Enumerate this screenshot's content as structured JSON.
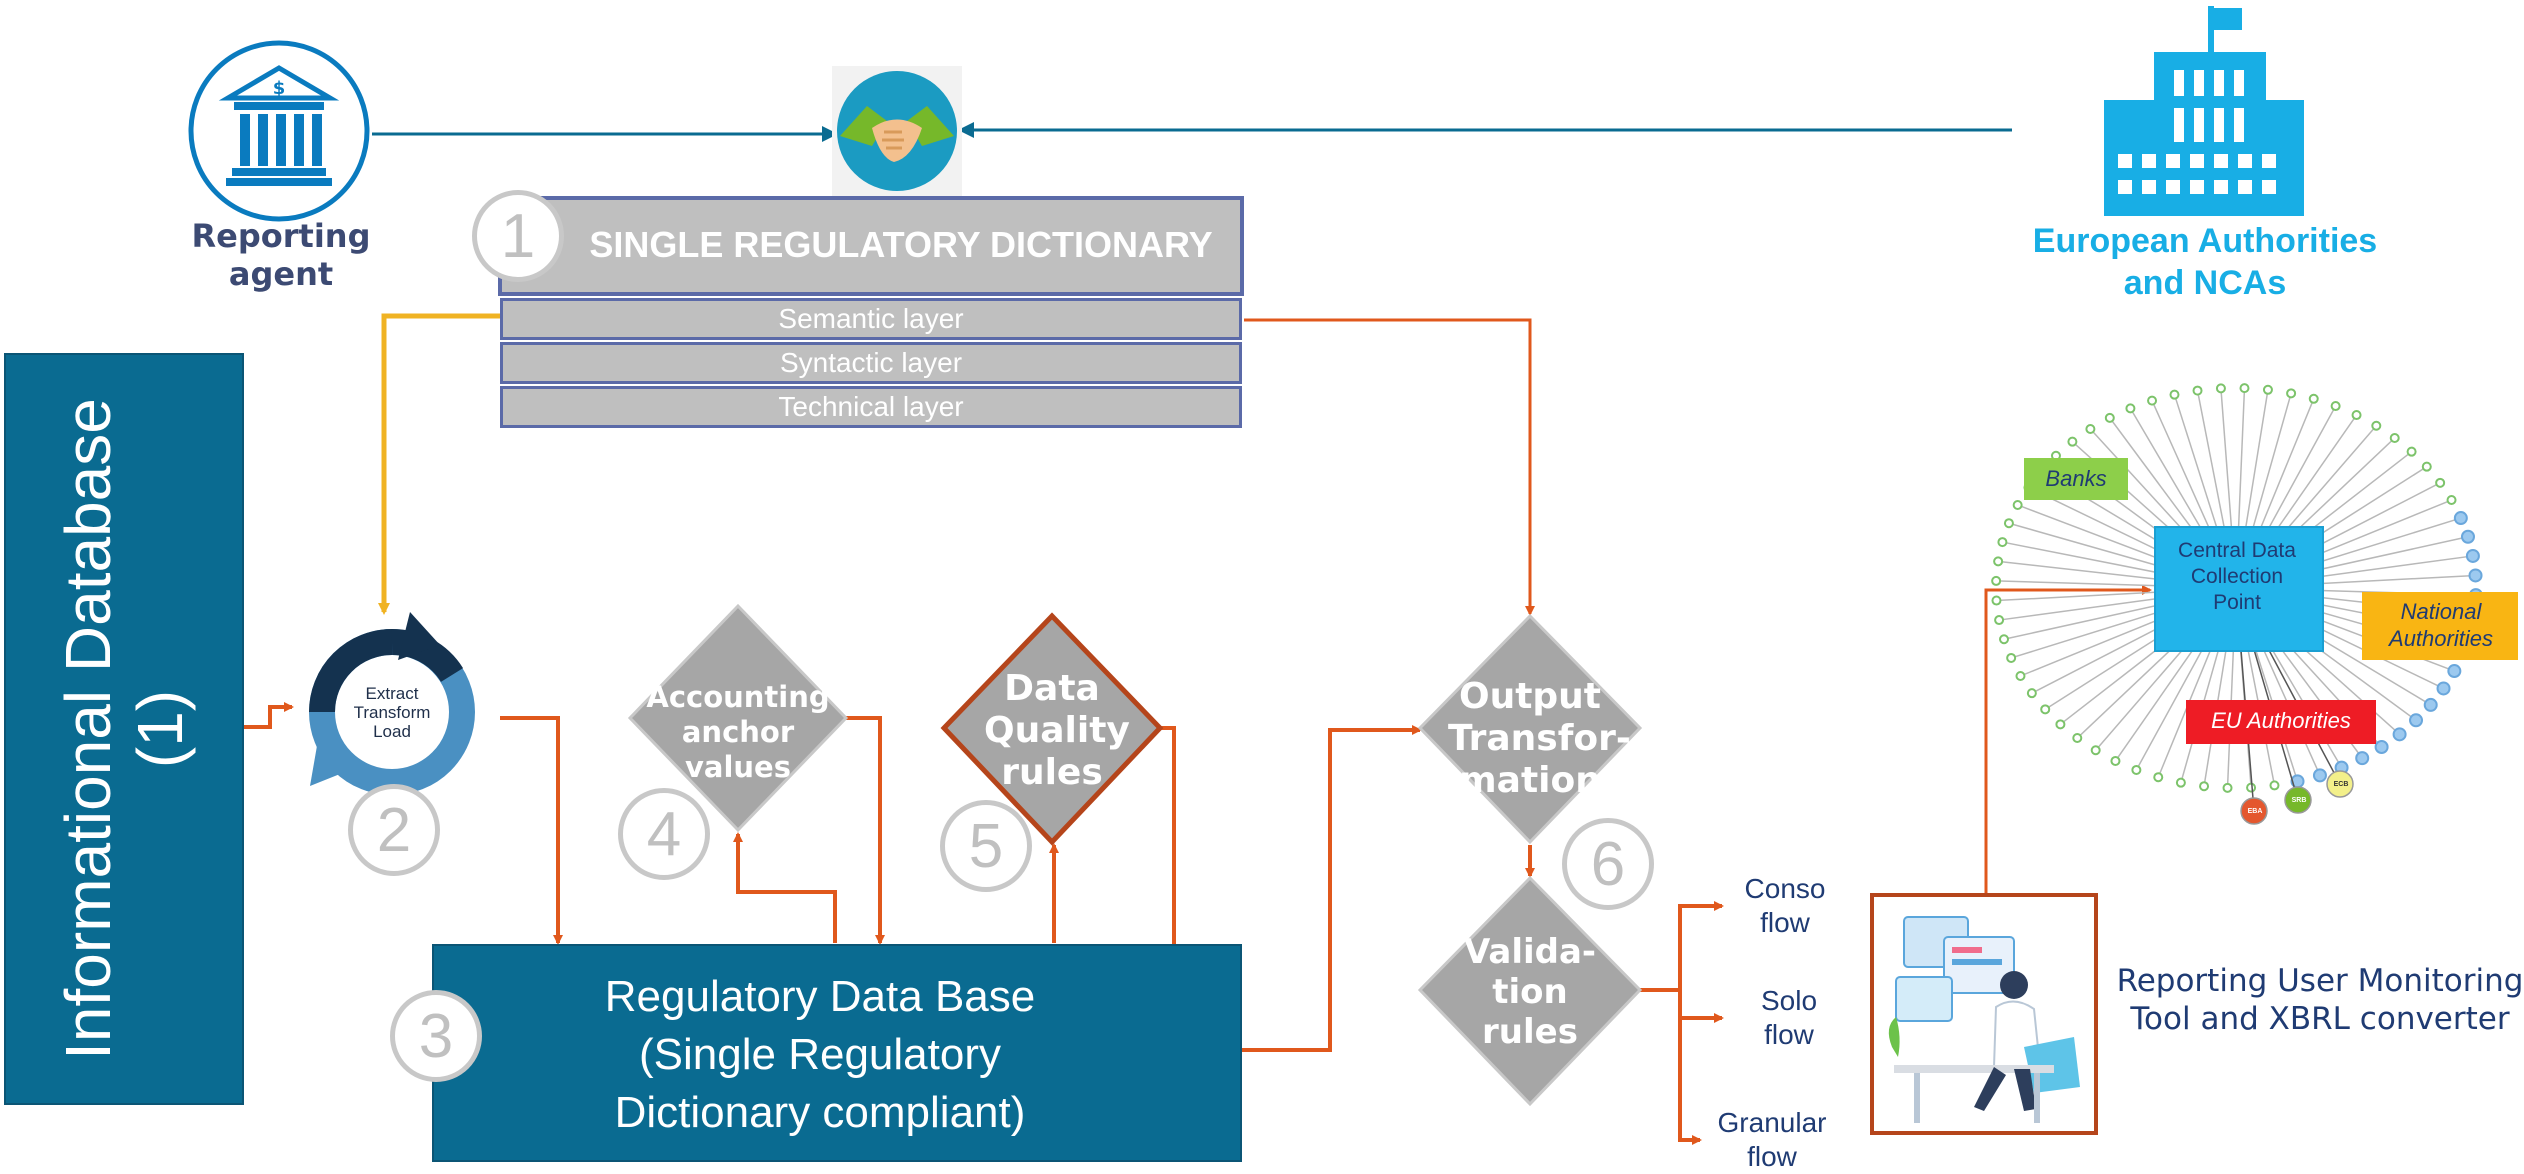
{
  "colors": {
    "teal_dark": "#0a6b91",
    "orange_arrow": "#e0581c",
    "yellow_arrow": "#f0b323",
    "grey_shape": "#a6a6a6",
    "cyan": "#18aee5",
    "navy_text": "#1f3b73"
  },
  "informational_db": {
    "line1": "Informational Database",
    "line2": "(1)"
  },
  "reporting_agent": {
    "label": "Reporting agent",
    "icon": "bank-icon"
  },
  "handshake": {
    "icon": "handshake-icon"
  },
  "european_authorities": {
    "label": "European Authorities and NCAs",
    "icon": "building-icon"
  },
  "srd": {
    "number": "1",
    "title": "SINGLE REGULATORY DICTIONARY",
    "layers": [
      "Semantic layer",
      "Syntactic layer",
      "Technical layer"
    ]
  },
  "etl": {
    "number": "2",
    "label": "Extract Transform Load"
  },
  "accounting": {
    "number": "4",
    "label": "Accounting anchor values"
  },
  "data_quality": {
    "number": "5",
    "label": "Data Quality rules"
  },
  "output": {
    "number": "6",
    "label": "Output Transfor- mation"
  },
  "validation": {
    "label": "Valida- tion rules"
  },
  "regulatory_db": {
    "number": "3",
    "label": "Regulatory Data Base (Single Regulatory Dictionary compliant)"
  },
  "flows": [
    "Conso flow",
    "Solo flow",
    "Granular flow"
  ],
  "reporting_user": {
    "label": "Reporting User Monitoring Tool and XBRL converter",
    "icon": "user-computer-icon"
  },
  "network": {
    "center": "Central Data Collection Point",
    "banks": "Banks",
    "national": "National Authorities",
    "eu": "EU Authorities",
    "nodes": [
      "EBA",
      "SRB",
      "ECB"
    ]
  }
}
